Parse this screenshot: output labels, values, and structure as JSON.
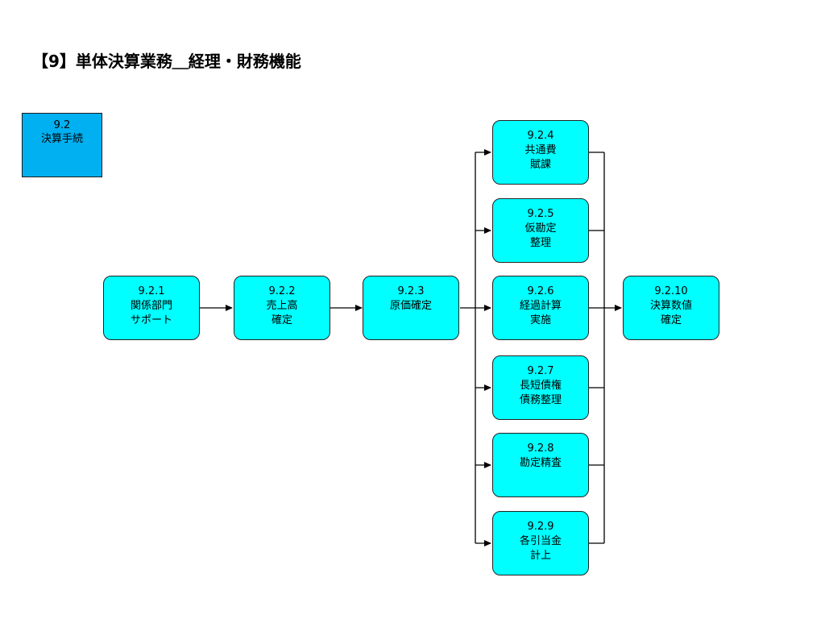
{
  "title": "【9】単体決算業務＿経理・財務機能",
  "header_box": {
    "lines": [
      "9.2",
      "決算手続"
    ]
  },
  "nodes": {
    "n921": {
      "lines": [
        "9.2.1",
        "関係部門",
        "サポート"
      ]
    },
    "n922": {
      "lines": [
        "9.2.2",
        "売上高",
        "確定"
      ]
    },
    "n923": {
      "lines": [
        "9.2.3",
        "原価確定"
      ]
    },
    "n924": {
      "lines": [
        "9.2.4",
        "共通費",
        "賦課"
      ]
    },
    "n925": {
      "lines": [
        "9.2.5",
        "仮勘定",
        "整理"
      ]
    },
    "n926": {
      "lines": [
        "9.2.6",
        "経過計算",
        "実施"
      ]
    },
    "n927": {
      "lines": [
        "9.2.7",
        "長短債権",
        "債務整理"
      ]
    },
    "n928": {
      "lines": [
        "9.2.8",
        "勘定精査"
      ]
    },
    "n929": {
      "lines": [
        "9.2.9",
        "各引当金",
        "計上"
      ]
    },
    "n9210": {
      "lines": [
        "9.2.10",
        "決算数値",
        "確定"
      ]
    }
  },
  "colors": {
    "header_fill": "#00B0F0",
    "node_fill": "#00FFFF",
    "line": "#000000"
  }
}
